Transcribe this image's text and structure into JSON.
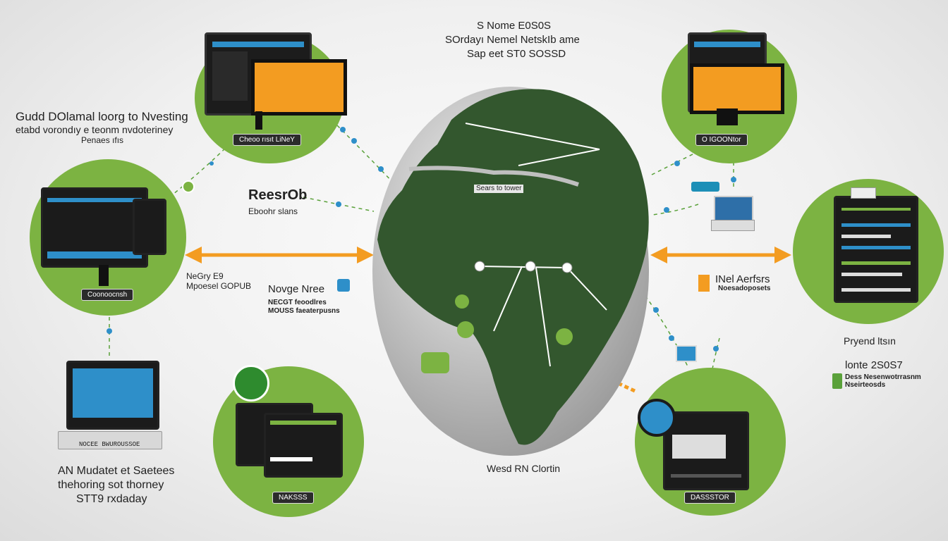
{
  "colors": {
    "green": "#7cb342",
    "dark_green": "#33572e",
    "orange": "#f39c21",
    "screen_blue": "#2e8fc9",
    "teal": "#1d8fb7"
  },
  "header": {
    "line1": "S Nome E0S0S",
    "line2": "SOrdayı Nemel NetskIb ame",
    "line3": "Sap eet ST0 SOSSD"
  },
  "left_top_text": {
    "line1": "Gudd DOlamal loorg to Nvesting",
    "line2": "etabd vorondıy e teonm nvdoteriney",
    "line3": "Penaes ıfıs"
  },
  "left_bottom_text": {
    "line1": "AN Mudatet et Saetees",
    "line2": "thehoring sot thorney",
    "line3": "STT9 rxdaday"
  },
  "mid_labels": {
    "reesrob_title": "ReesrOb",
    "reesrob_sub": "Eboohr slans",
    "negry_title": "NeGry E9",
    "negry_sub": "Mpoesel GOPUB",
    "novge_title": "Novge Nree",
    "novge_sub1": "NECGT feoodlres",
    "novge_sub2": "MOUSS faeaterpusns",
    "map_label": "Sears to tower",
    "bottom_center": "Wesd RN Clortin"
  },
  "right_labels": {
    "inet_title": "INel Aerfsrs",
    "inet_sub": "Noesadoposets",
    "pryend": "Pryend ltsın",
    "lonte_title": "lonte 2S0S7",
    "lonte_sub1": "Dess Nesenwotrrasnm",
    "lonte_sub2": "Nseirteosds"
  },
  "device_tags": {
    "top_left": "Cheoo rısıt LiNeY",
    "top_right": "O IGOONtor",
    "mid_left": "Coonoocnsh",
    "laptop": "NOCEE BWUROUSSOE",
    "bottom_center": "NAKSSS",
    "bottom_right": "DASSSTOR"
  }
}
